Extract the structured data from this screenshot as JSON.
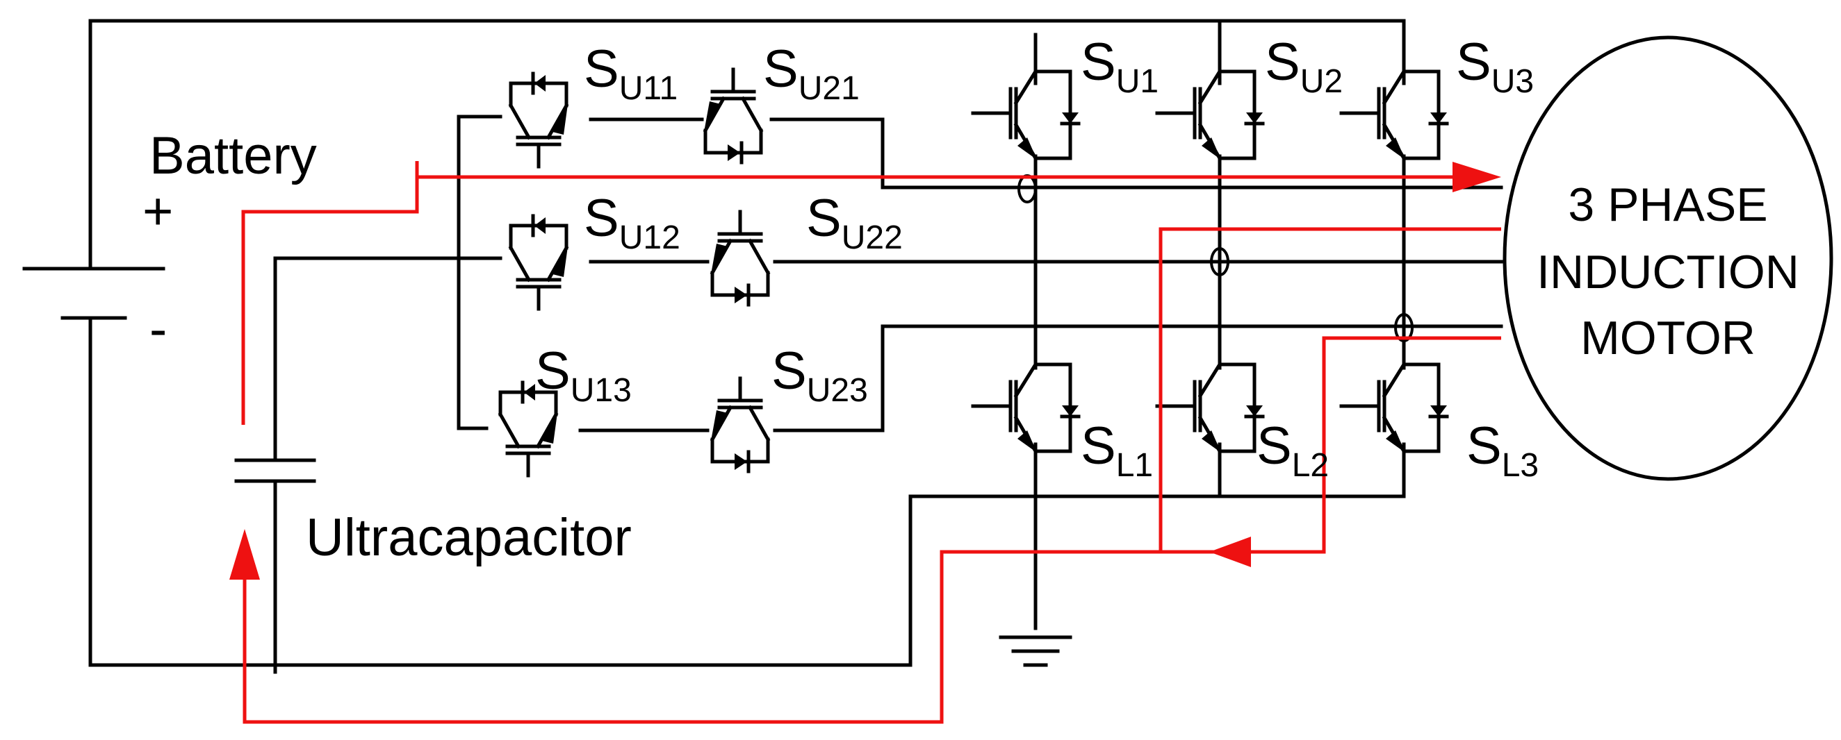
{
  "labels": {
    "battery": "Battery",
    "battery_plus": "+",
    "battery_minus": "-",
    "ultracapacitor": "Ultracapacitor",
    "motor_line1": "3 PHASE",
    "motor_line2": "INDUCTION",
    "motor_line3": "MOTOR"
  },
  "switches": {
    "su11": {
      "main": "S",
      "sub": "U11"
    },
    "su21": {
      "main": "S",
      "sub": "U21"
    },
    "su12": {
      "main": "S",
      "sub": "U12"
    },
    "su22": {
      "main": "S",
      "sub": "U22"
    },
    "su13": {
      "main": "S",
      "sub": "U13"
    },
    "su23": {
      "main": "S",
      "sub": "U23"
    },
    "su1": {
      "main": "S",
      "sub": "U1"
    },
    "su2": {
      "main": "S",
      "sub": "U2"
    },
    "su3": {
      "main": "S",
      "sub": "U3"
    },
    "sl1": {
      "main": "S",
      "sub": "L1"
    },
    "sl2": {
      "main": "S",
      "sub": "L2"
    },
    "sl3": {
      "main": "S",
      "sub": "L3"
    }
  },
  "colors": {
    "wire": "#000000",
    "current_path": "#ee1111"
  }
}
